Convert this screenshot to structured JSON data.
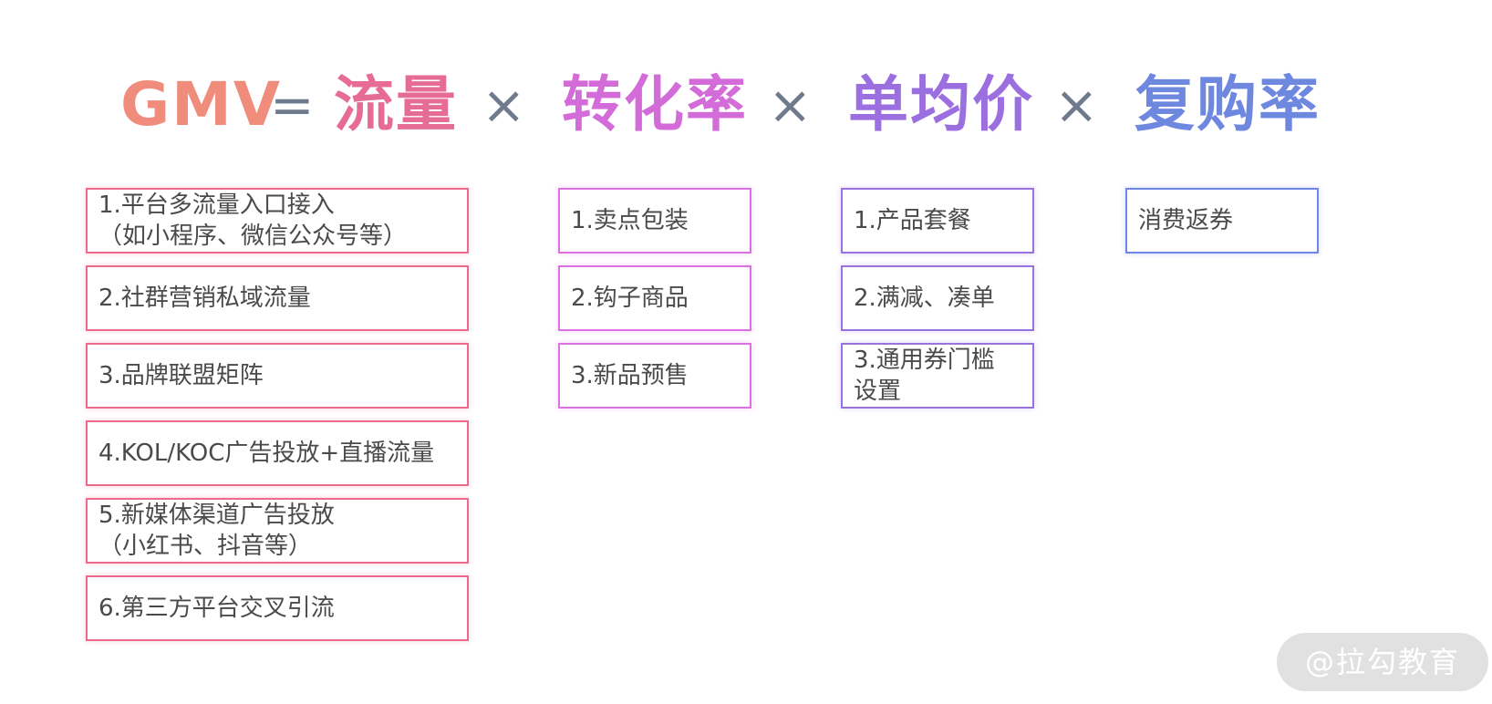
{
  "formula": {
    "terms": [
      {
        "text": "GMV",
        "color": "#f08c7c"
      },
      {
        "text": "流量",
        "color": "#e66c96"
      },
      {
        "text": "转化率",
        "color": "#d36cd8"
      },
      {
        "text": "单均价",
        "color": "#9c6fe0"
      },
      {
        "text": "复购率",
        "color": "#6e88e0"
      }
    ],
    "equals": "=",
    "times": "×"
  },
  "columns": {
    "traffic": [
      "1.平台多流量入口接入\n（如小程序、微信公众号等）",
      "2.社群营销私域流量",
      "3.品牌联盟矩阵",
      "4.KOL/KOC广告投放+直播流量",
      "5.新媒体渠道广告投放\n（小红书、抖音等）",
      "6.第三方平台交叉引流"
    ],
    "conversion": [
      "1.卖点包装",
      "2.钩子商品",
      "3.新品预售"
    ],
    "avg_price": [
      "1.产品套餐",
      "2.满减、凑单",
      "3.通用券门槛\n设置"
    ],
    "repurchase": [
      "消费返券"
    ]
  },
  "watermark": "@拉勾教育"
}
